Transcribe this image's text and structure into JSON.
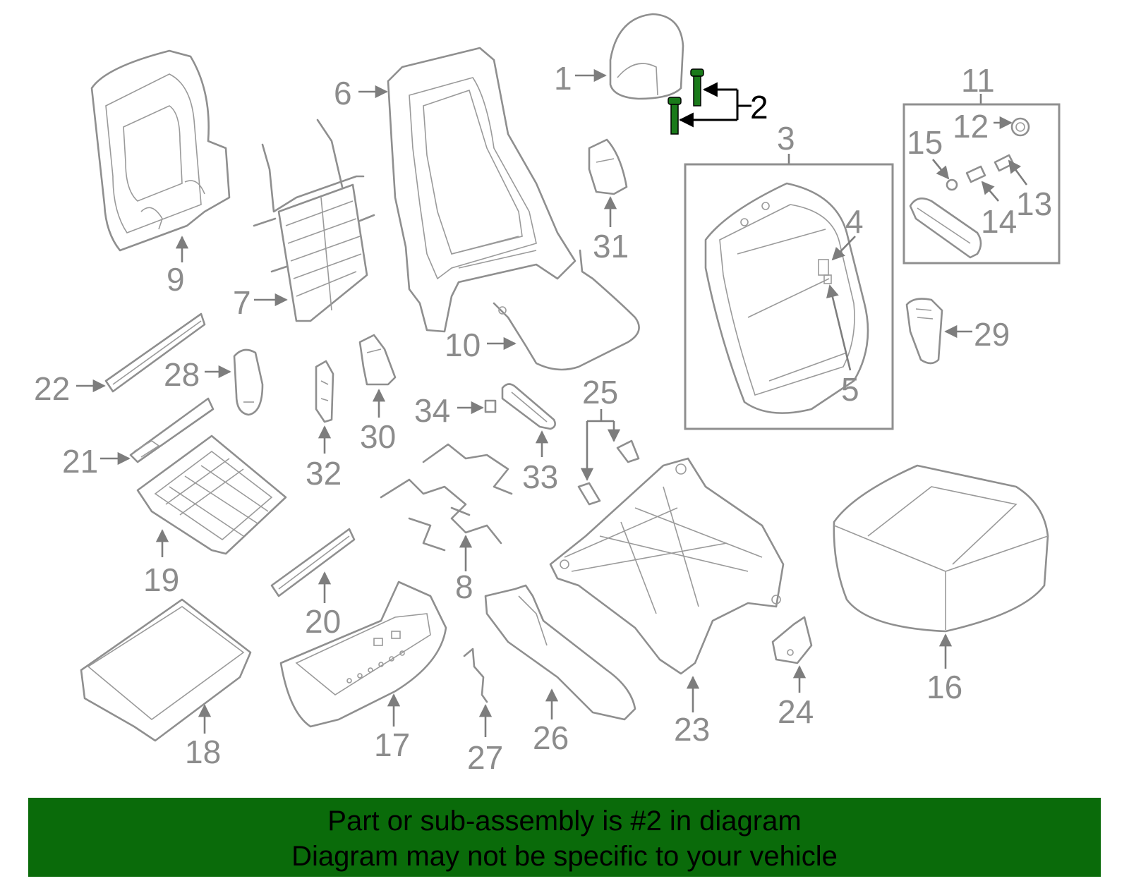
{
  "colors": {
    "banner_background": "#0a6b0a",
    "highlight_part": "#1a7a1a",
    "line_gray": "#8f8f8f"
  },
  "callouts": {
    "c1": "1",
    "c2": "2",
    "c3": "3",
    "c4": "4",
    "c5": "5",
    "c6": "6",
    "c7": "7",
    "c8": "8",
    "c9": "9",
    "c10": "10",
    "c11": "11",
    "c12": "12",
    "c13": "13",
    "c14": "14",
    "c15": "15",
    "c16": "16",
    "c17": "17",
    "c18": "18",
    "c19": "19",
    "c20": "20",
    "c21": "21",
    "c22": "22",
    "c23": "23",
    "c24": "24",
    "c25": "25",
    "c26": "26",
    "c27": "27",
    "c28": "28",
    "c29": "29",
    "c30": "30",
    "c31": "31",
    "c32": "32",
    "c33": "33",
    "c34": "34"
  },
  "banner": {
    "line1": "Part or sub-assembly is #2 in diagram",
    "line2": "Diagram may not be specific to your vehicle"
  }
}
